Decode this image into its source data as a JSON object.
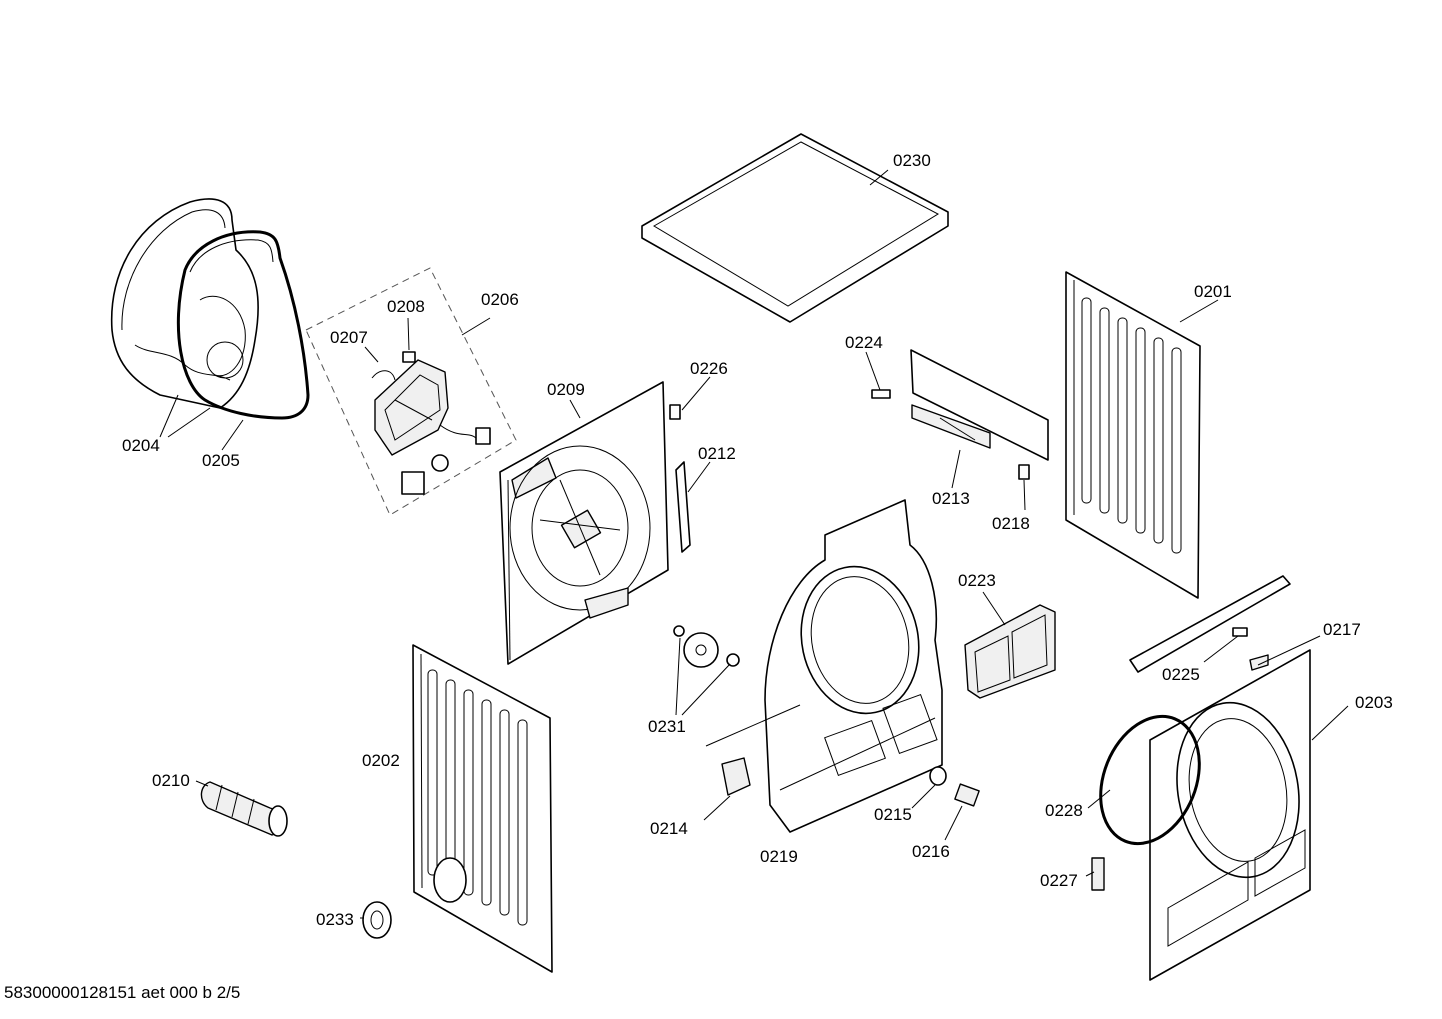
{
  "diagram": {
    "labels": {
      "p0201": "0201",
      "p0202": "0202",
      "p0203": "0203",
      "p0204": "0204",
      "p0205": "0205",
      "p0206": "0206",
      "p0207": "0207",
      "p0208": "0208",
      "p0209": "0209",
      "p0210": "0210",
      "p0212": "0212",
      "p0213": "0213",
      "p0214": "0214",
      "p0215": "0215",
      "p0216": "0216",
      "p0217": "0217",
      "p0218": "0218",
      "p0219": "0219",
      "p0223": "0223",
      "p0224": "0224",
      "p0225": "0225",
      "p0226": "0226",
      "p0227": "0227",
      "p0228": "0228",
      "p0230": "0230",
      "p0231": "0231",
      "p0233": "0233"
    },
    "footer": "58300000128151 aet 000 b 2/5"
  }
}
